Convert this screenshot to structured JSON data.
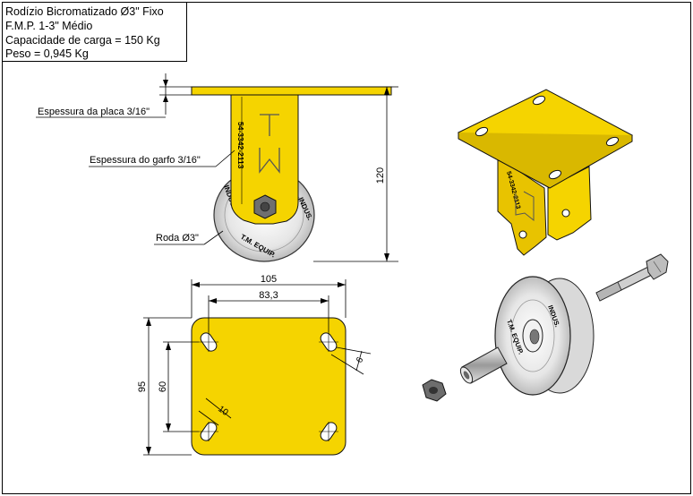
{
  "title_block": {
    "line1": "Rodízio Bicromatizado Ø3\" Fixo",
    "line2": "F.M.P. 1-3\" Médio",
    "line3": "Capacidade de carga = 150 Kg",
    "line4": "Peso = 0,945 Kg"
  },
  "front_view": {
    "label_plate": "Espessura da placa 3/16\"",
    "label_fork": "Espessura do garfo 3/16\"",
    "label_wheel": "Roda Ø3\"",
    "dim_height": "120",
    "fork_code": "54-3342-2113",
    "wheel_text_1": "INDUS.",
    "wheel_text_2": "T.M. EQUIP.",
    "wheel_text_3": "INDUS."
  },
  "plate_view": {
    "dim_width": "105",
    "dim_hole_span_x": "83,3",
    "dim_height": "95",
    "dim_hole_span_y": "60",
    "dim_slot_len": "10",
    "dim_slot_width": "6"
  },
  "iso_view": {
    "fork_code": "54-3342-2113",
    "wheel_text_1": "T.M. EQUIP.",
    "wheel_text_2": "INDUS."
  },
  "colors": {
    "part_yellow": "#f5d400",
    "wheel_grey": "#d9d9d9",
    "line": "#000000"
  }
}
